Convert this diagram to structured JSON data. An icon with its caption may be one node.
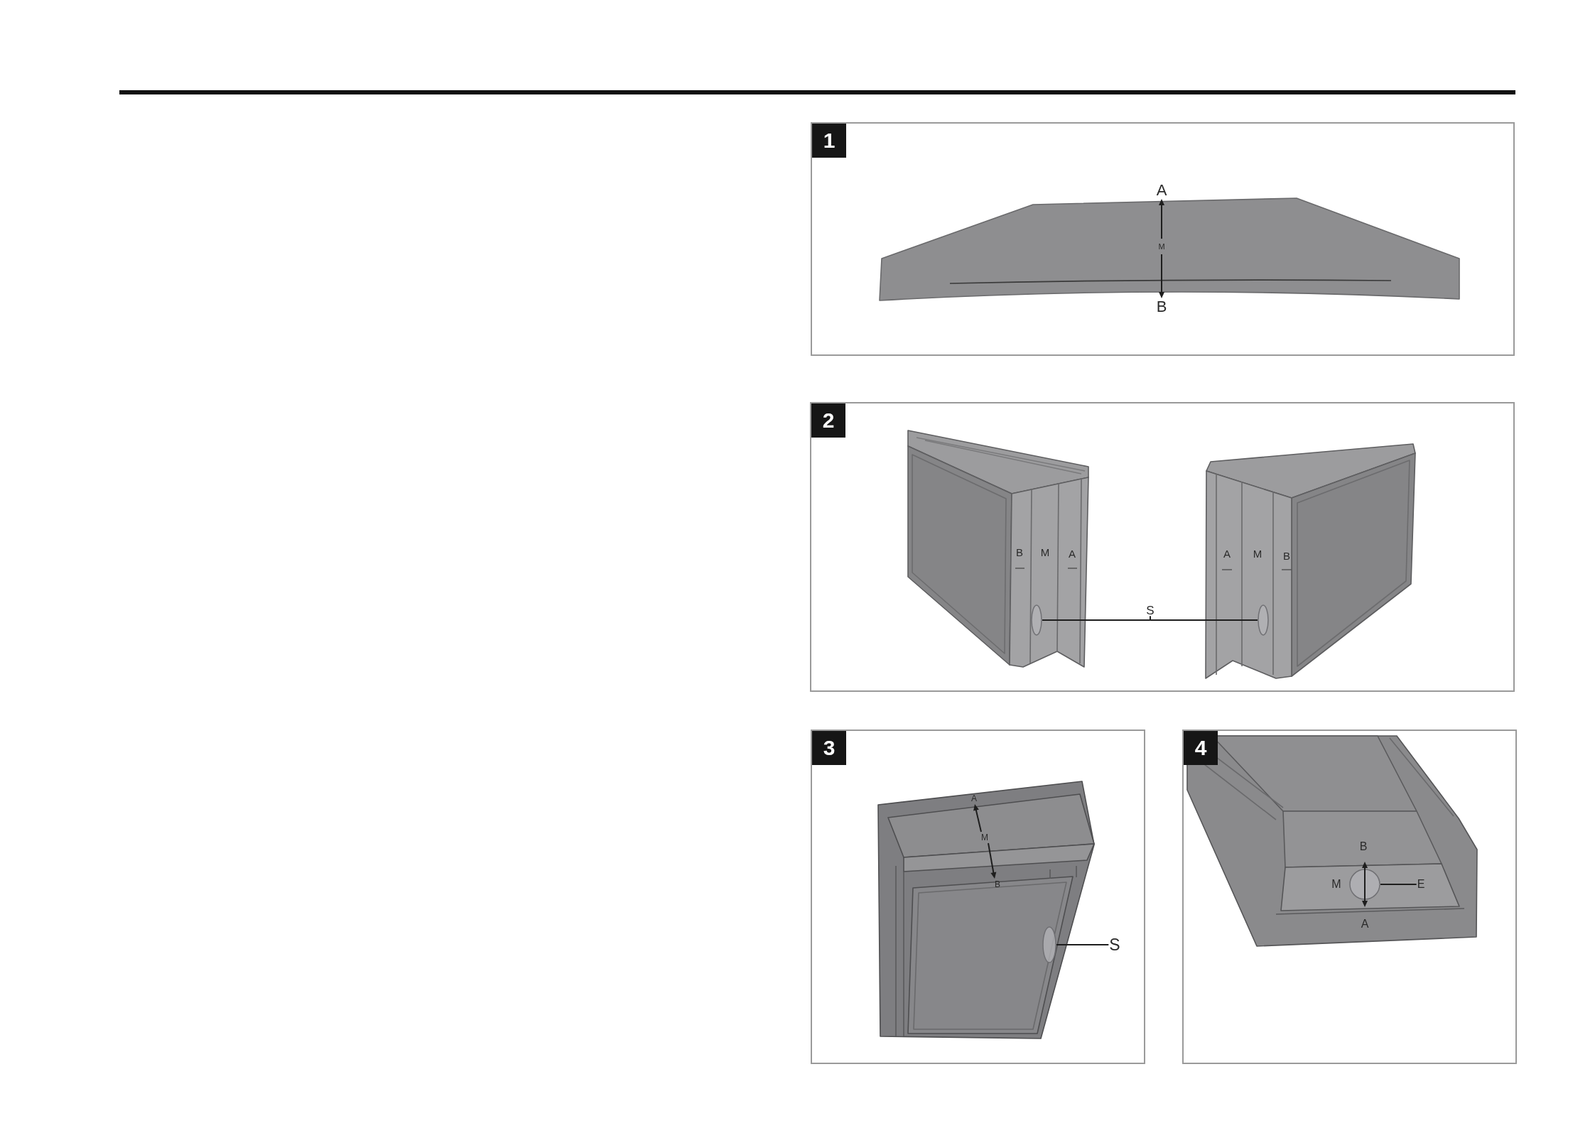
{
  "diagram": {
    "nodes": [
      {
        "text": [
          "1"
        ]
      },
      {
        "text": [
          "2"
        ]
      },
      {
        "text": [
          "S"
        ],
        "in": 1
      },
      {
        "text": [],
        "shape": "ellipse",
        "in": 1
      },
      {
        "text": [],
        "shape": "ellipse",
        "in": 1
      },
      {
        "text": [
          "3"
        ]
      },
      {
        "text": [
          "S"
        ],
        "in": 5
      },
      {
        "text": [],
        "shape": "ellipse",
        "in": 5
      },
      {
        "text": [
          "4"
        ]
      },
      {
        "text": [
          "E"
        ],
        "in": 8
      },
      {
        "text": [],
        "shape": "circle",
        "in": 8
      }
    ],
    "edges": [
      {
        "from": 2,
        "to": 3,
        "arrow": "none"
      },
      {
        "from": 2,
        "to": 4,
        "arrow": "none"
      },
      {
        "from": 6,
        "to": 7,
        "arrow": "none"
      },
      {
        "from": 9,
        "to": 10,
        "arrow": "none"
      }
    ],
    "labels": [
      "A",
      "M",
      "B",
      "B",
      "M",
      "A",
      "A",
      "M",
      "B",
      "A",
      "M",
      "B",
      "B",
      "M",
      "A"
    ]
  }
}
